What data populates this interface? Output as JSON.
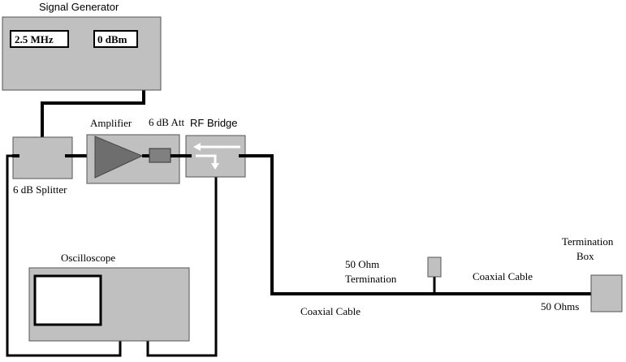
{
  "signal_generator": {
    "title": "Signal Generator",
    "frequency": "2.5 MHz",
    "power": "0 dBm"
  },
  "splitter": {
    "label": "6 dB Splitter"
  },
  "amplifier": {
    "label": "Amplifier"
  },
  "attenuator": {
    "label": "6 dB Att"
  },
  "rf_bridge": {
    "label": "RF Bridge"
  },
  "oscilloscope": {
    "label": "Oscilloscope"
  },
  "termination_50": {
    "label_line1": "50 Ohm",
    "label_line2": "Termination"
  },
  "coax_lower": {
    "label": "Coaxial Cable"
  },
  "coax_upper": {
    "label": "Coaxial Cable"
  },
  "termination_box": {
    "label_line1": "Termination",
    "label_line2": "Box",
    "value": "50 Ohms"
  },
  "colors": {
    "component_fill": "#c0c0c0",
    "amplifier_triangle": "#6e6e6e",
    "attenuator_fill": "#808080",
    "wire": "#000000",
    "bridge_arrows": "#ffffff"
  }
}
